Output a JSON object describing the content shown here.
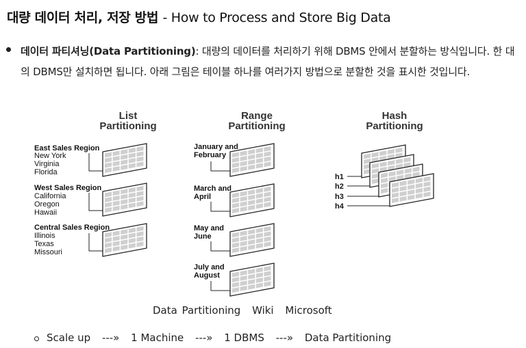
{
  "heading": {
    "korean": "대량 데이터 처리, 저장 방법",
    "english": "- How to Process and Store Big Data"
  },
  "bullet": {
    "term": "데이터 파티셔닝(Data Partitioning)",
    "text": ": 대량의 데이터를 처리하기 위해 DBMS 안에서 분할하는 방식입니다. 한 대의 DBMS만 설치하면 됩니다.   아래 그림은 테이블 하나를 여러가지 방법으로 분할한 것을 표시한 것입니다."
  },
  "figure": {
    "list": {
      "title_line1": "List",
      "title_line2": "Partitioning",
      "groups": [
        {
          "region": "East Sales Region",
          "items": [
            "New York",
            "Virginia",
            "Florida"
          ]
        },
        {
          "region": "West Sales Region",
          "items": [
            "California",
            "Oregon",
            "Hawaii"
          ]
        },
        {
          "region": "Central Sales Region",
          "items": [
            "Illinois",
            "Texas",
            "Missouri"
          ]
        }
      ]
    },
    "range": {
      "title_line1": "Range",
      "title_line2": "Partitioning",
      "groups": [
        {
          "line1": "January and",
          "line2": "February"
        },
        {
          "line1": "March and",
          "line2": "April"
        },
        {
          "line1": "May and",
          "line2": "June"
        },
        {
          "line1": "July and",
          "line2": "August"
        }
      ]
    },
    "hash": {
      "title_line1": "Hash",
      "title_line2": "Partitioning",
      "keys": [
        "h1",
        "h2",
        "h3",
        "h4"
      ]
    }
  },
  "caption": {
    "label": "Data Partitioning",
    "source1": "Wiki",
    "source2": "Microsoft"
  },
  "sub_bullet": {
    "items": [
      "Scale up",
      "---»",
      "1 Machine",
      "---»",
      "1 DBMS",
      "---»",
      "Data Partitioning"
    ]
  }
}
